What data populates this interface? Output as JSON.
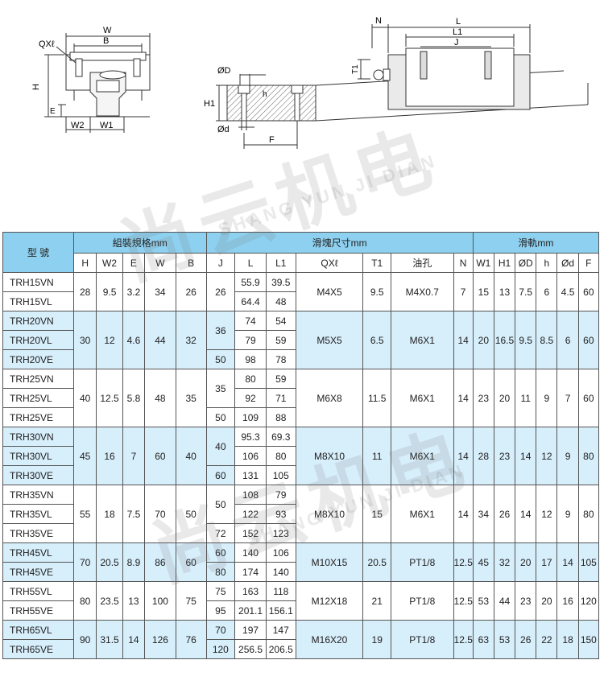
{
  "diagram": {
    "front_labels": {
      "w": "W",
      "b": "B",
      "qx": "QXℓ",
      "h": "H",
      "e": "E",
      "w2": "W2",
      "w1": "W1"
    },
    "rail_labels": {
      "od": "ØD",
      "h1": "H1",
      "h": "h",
      "od_small": "Ød",
      "f": "F"
    },
    "side_labels": {
      "n": "N",
      "l": "L",
      "l1": "L1",
      "j": "J",
      "t1": "T1"
    }
  },
  "watermark": {
    "text": "尚云机电",
    "sub": "SHANG YUN JI DIAN"
  },
  "table": {
    "model_header": "型 號",
    "groups": [
      {
        "label": "組裝規格mm"
      },
      {
        "label": "滑塊尺寸mm"
      },
      {
        "label": "滑軌mm"
      }
    ],
    "columns": [
      "H",
      "W2",
      "E",
      "W",
      "B",
      "J",
      "L",
      "L1",
      "QXℓ",
      "T1",
      "油孔",
      "N",
      "W1",
      "H1",
      "ØD",
      "h",
      "Ød",
      "F"
    ],
    "groups_rows": [
      {
        "models": [
          "TRH15VN",
          "TRH15VL"
        ],
        "H": "28",
        "W2": "9.5",
        "E": "3.2",
        "W": "34",
        "B": "26",
        "J": [
          {
            "v": "26",
            "span": 2
          }
        ],
        "L": [
          "55.9",
          "64.4"
        ],
        "L1": [
          "39.5",
          "48"
        ],
        "QX": "M4X5",
        "T1": "9.5",
        "oil": "M4X0.7",
        "N": "7",
        "W1": "15",
        "H1": "13",
        "OD": "7.5",
        "h": "6",
        "Od": "4.5",
        "F": "60",
        "shade": "white"
      },
      {
        "models": [
          "TRH20VN",
          "TRH20VL",
          "TRH20VE"
        ],
        "H": "30",
        "W2": "12",
        "E": "4.6",
        "W": "44",
        "B": "32",
        "J": [
          {
            "v": "36",
            "span": 2
          },
          {
            "v": "50",
            "span": 1
          }
        ],
        "L": [
          "74",
          "79",
          "98"
        ],
        "L1": [
          "54",
          "59",
          "78"
        ],
        "QX": "M5X5",
        "T1": "6.5",
        "oil": "M6X1",
        "N": "14",
        "W1": "20",
        "H1": "16.5",
        "OD": "9.5",
        "h": "8.5",
        "Od": "6",
        "F": "60",
        "shade": "blue"
      },
      {
        "models": [
          "TRH25VN",
          "TRH25VL",
          "TRH25VE"
        ],
        "H": "40",
        "W2": "12.5",
        "E": "5.8",
        "W": "48",
        "B": "35",
        "J": [
          {
            "v": "35",
            "span": 2
          },
          {
            "v": "50",
            "span": 1
          }
        ],
        "L": [
          "80",
          "92",
          "109"
        ],
        "L1": [
          "59",
          "71",
          "88"
        ],
        "QX": "M6X8",
        "T1": "11.5",
        "oil": "M6X1",
        "N": "14",
        "W1": "23",
        "H1": "20",
        "OD": "11",
        "h": "9",
        "Od": "7",
        "F": "60",
        "shade": "white"
      },
      {
        "models": [
          "TRH30VN",
          "TRH30VL",
          "TRH30VE"
        ],
        "H": "45",
        "W2": "16",
        "E": "7",
        "W": "60",
        "B": "40",
        "J": [
          {
            "v": "40",
            "span": 2
          },
          {
            "v": "60",
            "span": 1
          }
        ],
        "L": [
          "95.3",
          "106",
          "131"
        ],
        "L1": [
          "69.3",
          "80",
          "105"
        ],
        "QX": "M8X10",
        "T1": "11",
        "oil": "M6X1",
        "N": "14",
        "W1": "28",
        "H1": "23",
        "OD": "14",
        "h": "12",
        "Od": "9",
        "F": "80",
        "shade": "blue"
      },
      {
        "models": [
          "TRH35VN",
          "TRH35VL",
          "TRH35VE"
        ],
        "H": "55",
        "W2": "18",
        "E": "7.5",
        "W": "70",
        "B": "50",
        "J": [
          {
            "v": "50",
            "span": 2
          },
          {
            "v": "72",
            "span": 1
          }
        ],
        "L": [
          "108",
          "122",
          "152"
        ],
        "L1": [
          "79",
          "93",
          "123"
        ],
        "QX": "M8X10",
        "T1": "15",
        "oil": "M6X1",
        "N": "14",
        "W1": "34",
        "H1": "26",
        "OD": "14",
        "h": "12",
        "Od": "9",
        "F": "80",
        "shade": "white"
      },
      {
        "models": [
          "TRH45VL",
          "TRH45VE"
        ],
        "H": "70",
        "W2": "20.5",
        "E": "8.9",
        "W": "86",
        "B": "60",
        "J": [
          {
            "v": "60",
            "span": 1
          },
          {
            "v": "80",
            "span": 1
          }
        ],
        "L": [
          "140",
          "174"
        ],
        "L1": [
          "106",
          "140"
        ],
        "QX": "M10X15",
        "T1": "20.5",
        "oil": "PT1/8",
        "N": "12.5",
        "W1": "45",
        "H1": "32",
        "OD": "20",
        "h": "17",
        "Od": "14",
        "F": "105",
        "shade": "blue"
      },
      {
        "models": [
          "TRH55VL",
          "TRH55VE"
        ],
        "H": "80",
        "W2": "23.5",
        "E": "13",
        "W": "100",
        "B": "75",
        "J": [
          {
            "v": "75",
            "span": 1
          },
          {
            "v": "95",
            "span": 1
          }
        ],
        "L": [
          "163",
          "201.1"
        ],
        "L1": [
          "118",
          "156.1"
        ],
        "QX": "M12X18",
        "T1": "21",
        "oil": "PT1/8",
        "N": "12.5",
        "W1": "53",
        "H1": "44",
        "OD": "23",
        "h": "20",
        "Od": "16",
        "F": "120",
        "shade": "white"
      },
      {
        "models": [
          "TRH65VL",
          "TRH65VE"
        ],
        "H": "90",
        "W2": "31.5",
        "E": "14",
        "W": "126",
        "B": "76",
        "J": [
          {
            "v": "70",
            "span": 1
          },
          {
            "v": "120",
            "span": 1
          }
        ],
        "L": [
          "197",
          "256.5"
        ],
        "L1": [
          "147",
          "206.5"
        ],
        "QX": "M16X20",
        "T1": "19",
        "oil": "PT1/8",
        "N": "12.5",
        "W1": "63",
        "H1": "53",
        "OD": "26",
        "h": "22",
        "Od": "18",
        "F": "150",
        "shade": "blue"
      }
    ]
  }
}
